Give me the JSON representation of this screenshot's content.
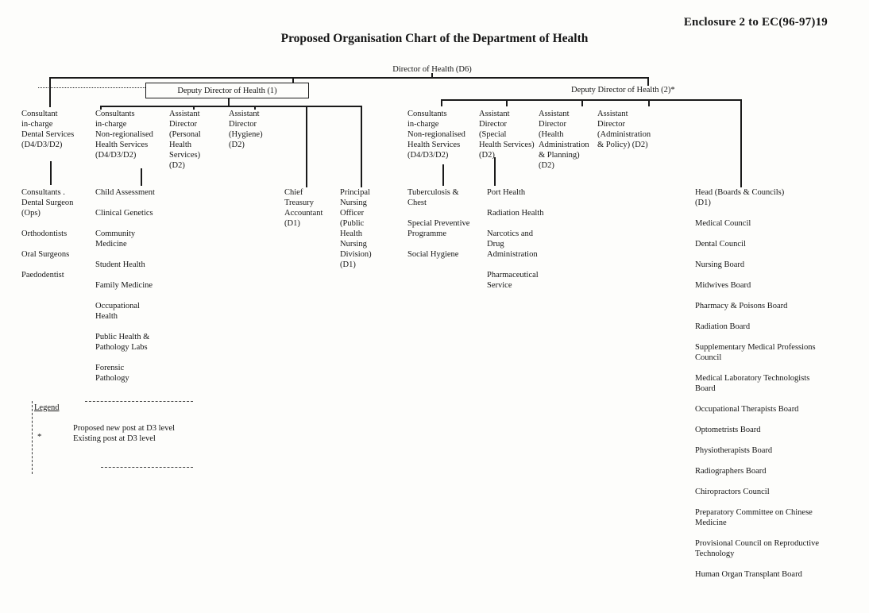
{
  "page": {
    "enclosure": "Enclosure 2 to EC(96-97)19",
    "title": "Proposed Organisation Chart of the Department of Health"
  },
  "chart": {
    "root": "Director of Health (D6)",
    "deputy1": "Deputy Director of Health (1)",
    "deputy2": "Deputy Director of Health (2)*",
    "heads": [
      "Consultant\nin-charge\nDental Services\n(D4/D3/D2)",
      "Consultants\nin-charge\nNon-regionalised\nHealth Services\n(D4/D3/D2)",
      "Assistant\nDirector\n(Personal\nHealth\nServices)\n(D2)",
      "Assistant\nDirector\n(Hygiene)\n(D2)",
      "Consultants\nin-charge\nNon-regionalised\nHealth Services\n(D4/D3/D2)",
      "Assistant\nDirector\n(Special\nHealth Services)\n(D2)",
      "Assistant\nDirector\n(Health\nAdministration\n& Planning)\n(D2)",
      "Assistant\nDirector\n(Administration\n& Policy) (D2)"
    ],
    "cols": {
      "dental": [
        "Consultants .\nDental Surgeon\n(Ops)",
        "Orthodontists",
        "Oral Surgeons",
        "Paedodentist"
      ],
      "nonreg1": [
        "Child Assessment",
        "Clinical Genetics",
        "Community\nMedicine",
        "Student Health",
        "Family Medicine",
        "Occupational\nHealth",
        "Public Health &\nPathology Labs",
        "Forensic\nPathology"
      ],
      "cta": "Chief\nTreasury\nAccountant\n(D1)",
      "pno": "Principal\nNursing\nOfficer\n(Public\nHealth\nNursing\nDivision)\n(D1)",
      "nonreg2": [
        "Tuberculosis &\nChest",
        "Special Preventive\nProgramme",
        "Social Hygiene"
      ],
      "special": [
        "Port Health",
        "Radiation Health",
        "Narcotics and\nDrug\nAdministration",
        "Pharmaceutical\nService"
      ],
      "boards": [
        "Head (Boards & Councils)\n(D1)",
        "Medical Council",
        "Dental Council",
        "Nursing Board",
        "Midwives Board",
        "Pharmacy & Poisons Board",
        "Radiation Board",
        "Supplementary Medical Professions\nCouncil",
        "Medical Laboratory Technologists\nBoard",
        "Occupational Therapists Board",
        "Optometrists Board",
        "Physiotherapists Board",
        "Radiographers Board",
        "Chiropractors Council",
        "Preparatory Committee on Chinese\nMedicine",
        "Provisional Council on Reproductive\nTechnology",
        "Human Organ Transplant Board"
      ]
    }
  },
  "legend": {
    "heading": "Legend",
    "items": [
      {
        "symbol": "",
        "label": "Proposed new post at D3 level"
      },
      {
        "symbol": "*",
        "label": "Existing post at D3 level"
      }
    ]
  }
}
